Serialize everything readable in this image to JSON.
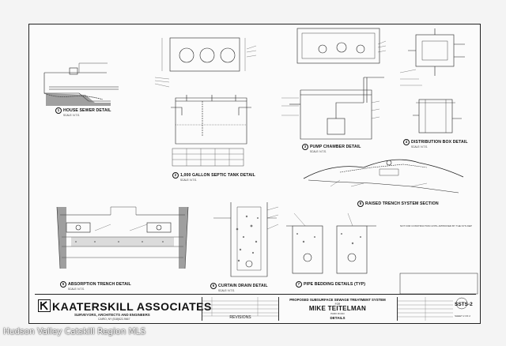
{
  "details": [
    {
      "num": "1",
      "title": "HOUSE SEWER DETAIL",
      "scale": "SCALE: N.T.S."
    },
    {
      "num": "2",
      "title": "1,000 GALLON SEPTIC TANK DETAIL",
      "scale": "SCALE: N.T.S."
    },
    {
      "num": "3",
      "title": "PUMP CHAMBER DETAIL",
      "scale": "SCALE: N.T.S."
    },
    {
      "num": "4",
      "title": "DISTRIBUTION BOX DETAIL",
      "scale": "SCALE: N.T.S."
    },
    {
      "num": "5",
      "title": "ABSORPTION TRENCH DETAIL",
      "scale": "SCALE: N.T.S."
    },
    {
      "num": "6",
      "title": "CURTAIN DRAIN DETAIL",
      "scale": "SCALE: N.T.S."
    },
    {
      "num": "7",
      "title": "PIPE BEDDING DETAILS (TYP)",
      "scale": ""
    },
    {
      "num": "8",
      "title": "RAISED TRENCH SYSTEM SECTION",
      "scale": ""
    }
  ],
  "title_block": {
    "firm": "KAATERSKILL ASSOCIATES",
    "firm_sub": "SURVEYORS, ARCHITECTS AND ENGINEERS",
    "firm_addr": "CAIRO, NY (518)622-9667",
    "revisions": "REVISIONS",
    "project_title": "PROPOSED SUBSURFACE SEWAGE TREATMENT SYSTEM",
    "project_for": "FOR",
    "client": "MIKE TEITELMAN",
    "road": "PARK ROAD",
    "sheet_title": "DETAILS",
    "sheet_id": "SSTS-2",
    "sheet_of": "SHEET 2 OF 2"
  },
  "notes": {
    "not_for_construction": "NOT FOR CONSTRUCTION UNTIL APPROVED BY THE NYS DEP"
  },
  "watermark": "Hudson Valley Catskill Region MLS"
}
